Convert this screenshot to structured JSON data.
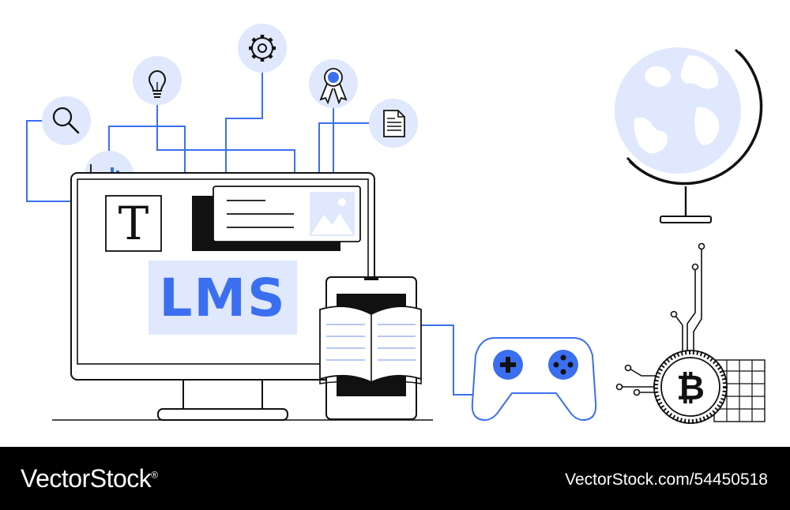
{
  "illustration": {
    "screen_label": "LMS",
    "text_tool_glyph": "T",
    "currency_glyph": "₿",
    "icons": [
      "search-icon",
      "bar-chart-icon",
      "lightbulb-icon",
      "gear-icon",
      "award-ribbon-icon",
      "document-icon",
      "image-icon",
      "open-book-icon",
      "gamepad-icon",
      "globe-icon",
      "bitcoin-coin-icon"
    ],
    "colors": {
      "accent": "#3b6ff0",
      "light_accent": "#dfe8fc",
      "line": "#111111",
      "connector": "#3b6ff0"
    }
  },
  "footer": {
    "brand": "VectorStock",
    "brand_mark": "®",
    "url": "VectorStock.com/54450518"
  }
}
